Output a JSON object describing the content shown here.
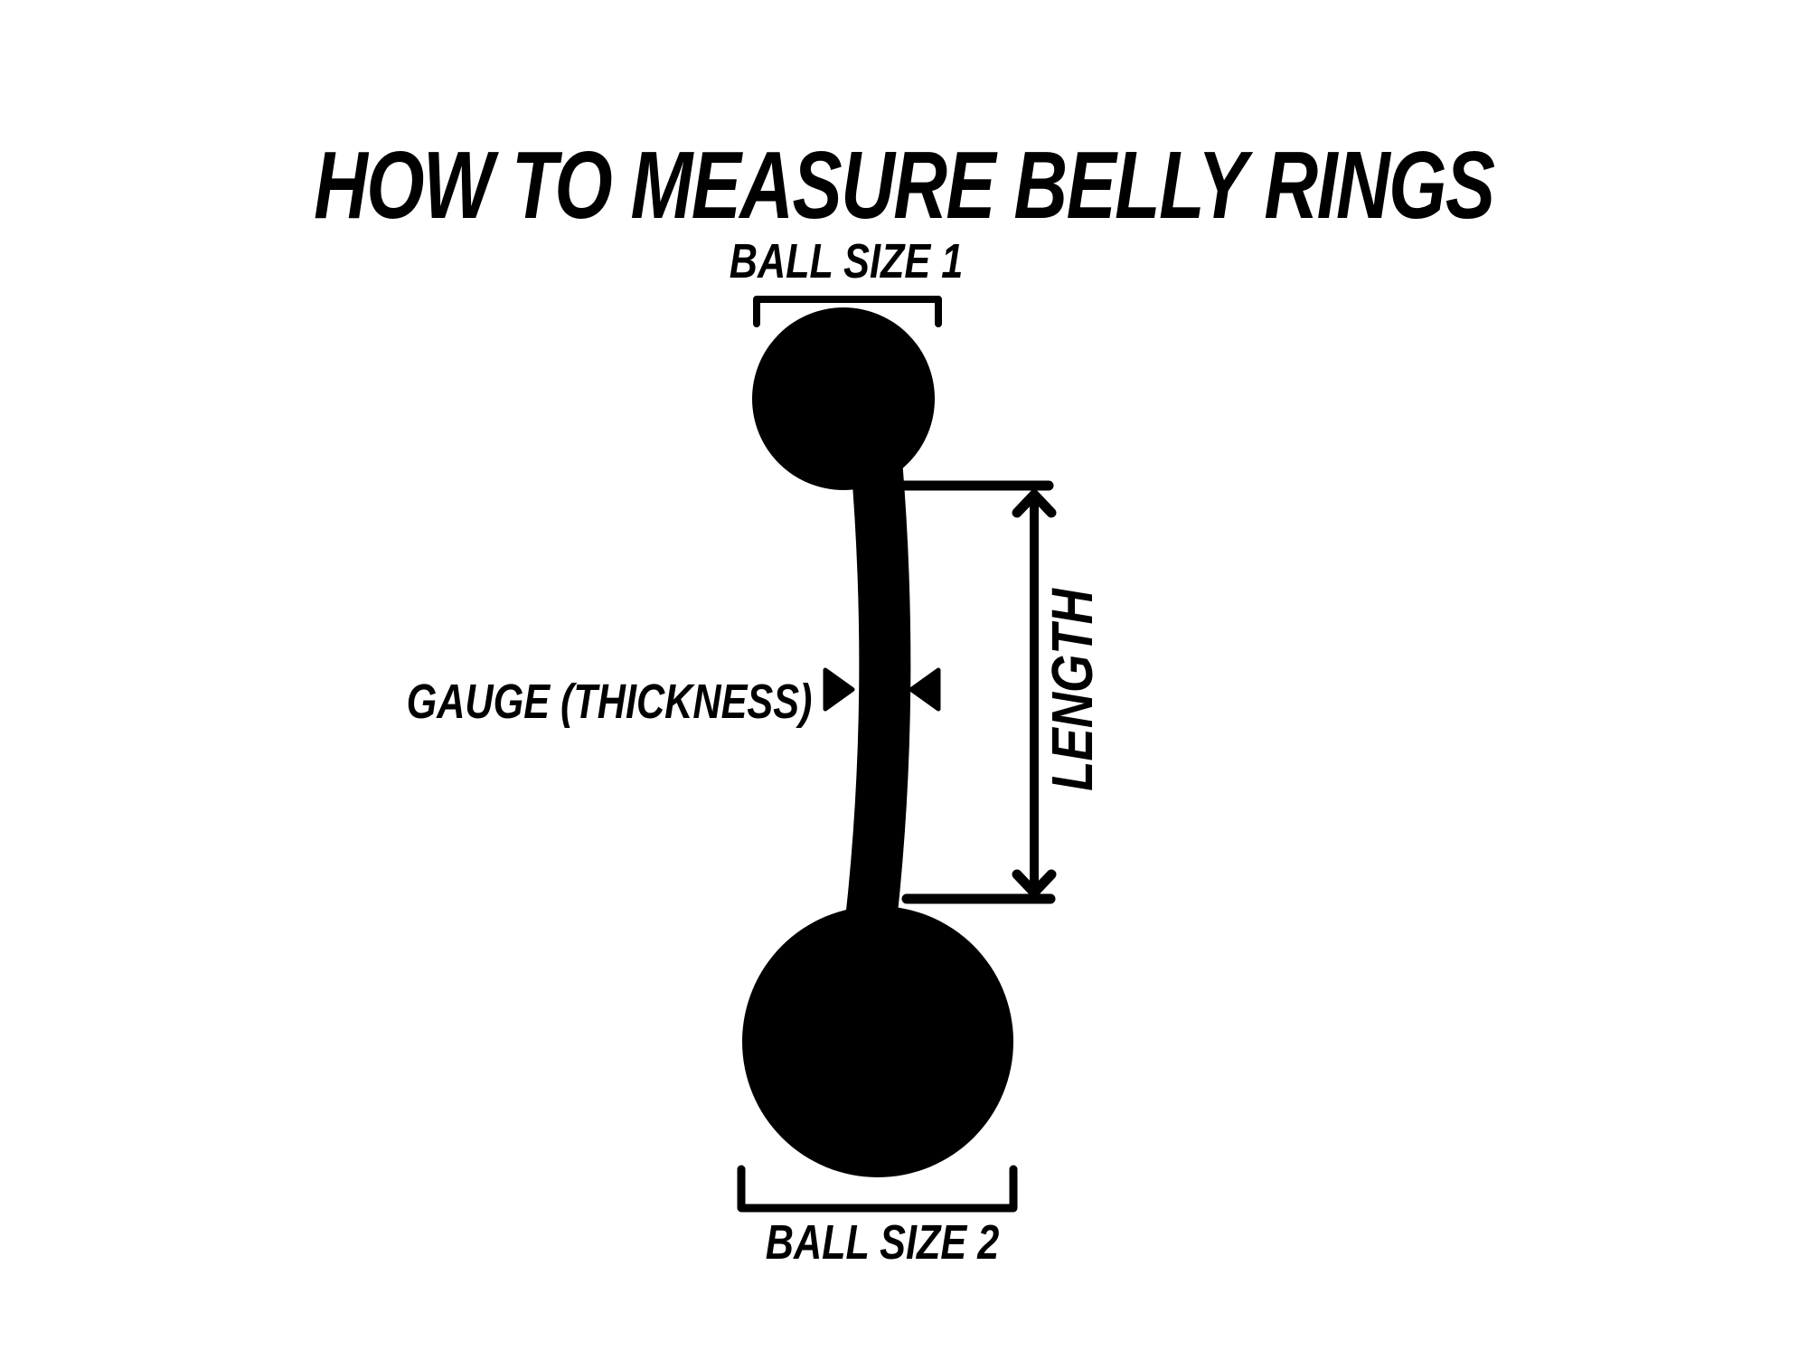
{
  "title": "HOW TO MEASURE BELLY RINGS",
  "diagram": {
    "ball_size_1_label": "BALL SIZE 1",
    "ball_size_2_label": "BALL SIZE 2",
    "gauge_label": "GAUGE (THICKNESS)",
    "length_label": "LENGTH"
  },
  "colors": {
    "ink": "#000000",
    "bg": "#ffffff"
  }
}
